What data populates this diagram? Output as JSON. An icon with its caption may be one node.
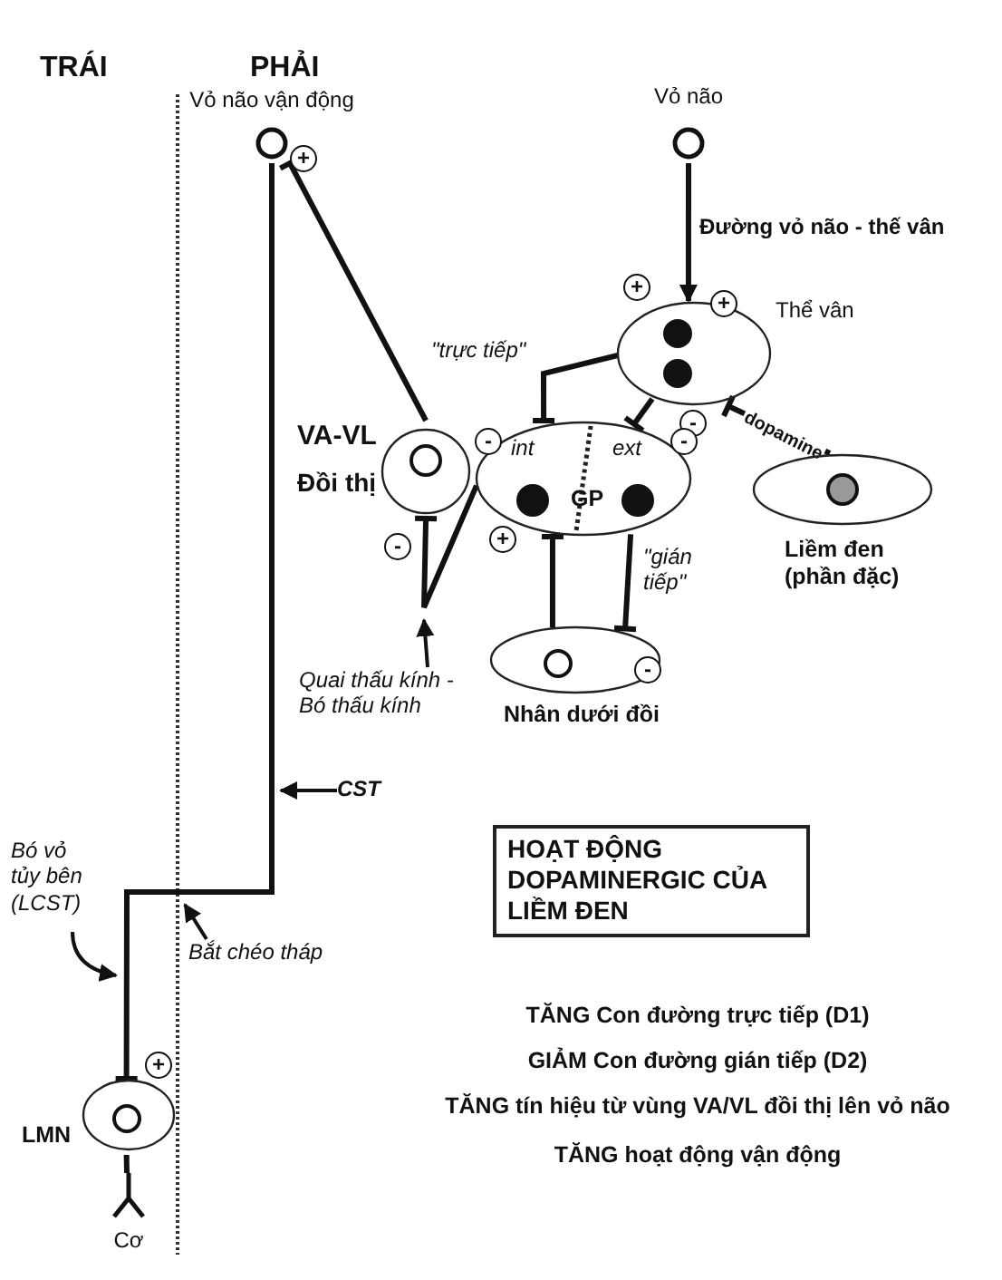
{
  "diagram": {
    "nodes": [
      {
        "text": [
          "Vỏ não vận động"
        ]
      },
      {
        "text": [
          "Vỏ não"
        ]
      },
      {
        "text": [
          "Thể vân"
        ]
      },
      {
        "text": [
          "VA-VL",
          "Đồi thị"
        ]
      },
      {
        "text": [
          "int",
          "ext",
          "GP"
        ]
      },
      {
        "text": [
          "Nhân dưới đồi"
        ]
      },
      {
        "text": [
          "Liềm đen (phần đặc)"
        ]
      },
      {
        "text": [
          "LMN"
        ]
      },
      {
        "text": [
          "Cơ"
        ]
      },
      {
        "text": [
          "HOẠT ĐỘNG DOPAMINERGIC CỦA LIỀM ĐEN"
        ]
      },
      {
        "text": [
          "Quai thấu kính - Bó thấu kính"
        ]
      },
      {
        "text": [
          "CST"
        ]
      },
      {
        "text": [
          "Bắt chéo tháp"
        ]
      },
      {
        "text": [
          "Bó vỏ tủy bên (LCST)"
        ]
      }
    ],
    "edges": [
      {
        "from": 1,
        "to": 2,
        "arrow": "to",
        "label": "Đường vỏ não - thế vân"
      },
      {
        "from": 6,
        "to": 2,
        "arrow": "other",
        "label": "dopamine"
      },
      {
        "from": 2,
        "to": 4,
        "arrow": "other",
        "label": "\"trực tiếp\""
      },
      {
        "from": 2,
        "to": 4,
        "arrow": "other"
      },
      {
        "from": 4,
        "to": 5,
        "arrow": "other"
      },
      {
        "from": 5,
        "to": 4,
        "arrow": "other"
      },
      {
        "from": 4,
        "to": 3,
        "arrow": "other"
      },
      {
        "from": 3,
        "to": 0,
        "arrow": "other"
      },
      {
        "from": 0,
        "to": 7,
        "arrow": "other"
      },
      {
        "from": 7,
        "to": 8,
        "arrow": "none"
      },
      {
        "from": 10,
        "to": null,
        "arrow": "to"
      },
      {
        "from": 11,
        "to": null,
        "arrow": "to"
      },
      {
        "from": 12,
        "to": null,
        "arrow": "to"
      },
      {
        "from": 13,
        "to": null,
        "arrow": "to"
      }
    ],
    "labels": [
      "TRÁI",
      "PHẢI",
      "+",
      "+",
      "+",
      "-",
      "-",
      "-",
      "-",
      "+",
      "\"gián tiếp\"",
      "-",
      "TĂNG Con đường trực tiếp (D1)",
      "GIẢM Con đường gián tiếp (D2)",
      "TĂNG tín hiệu từ vùng VA/VL đồi thị lên vỏ não",
      "TĂNG hoạt động vận động",
      "+"
    ]
  }
}
